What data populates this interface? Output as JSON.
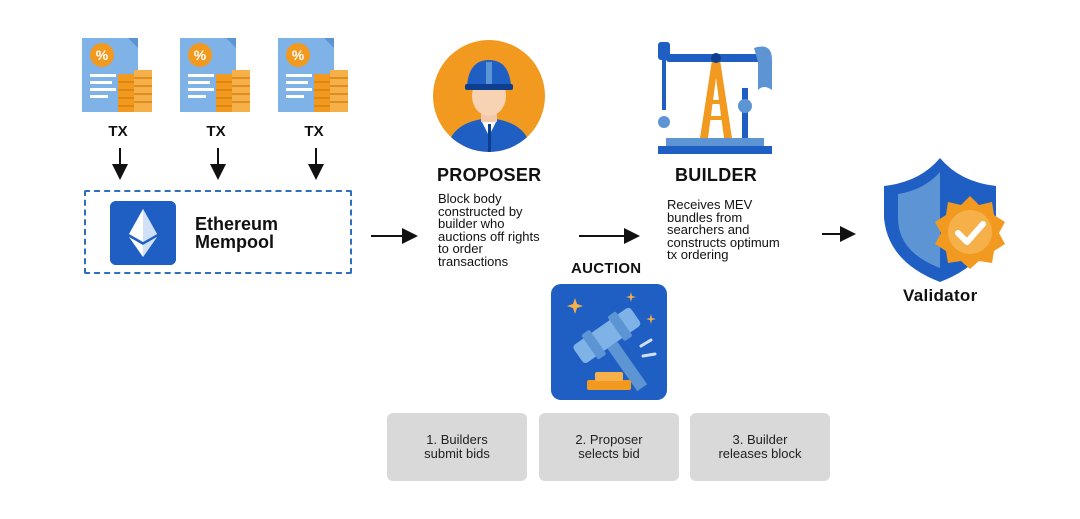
{
  "transactions": [
    {
      "label": "TX"
    },
    {
      "label": "TX"
    },
    {
      "label": "TX"
    }
  ],
  "mempool": {
    "line1": "Ethereum",
    "line2": "Mempool"
  },
  "proposer": {
    "title": "PROPOSER",
    "description": "Block body\nconstructed by\nbuilder who\nauctions off rights\nto order\ntransactions"
  },
  "builder": {
    "title": "BUILDER",
    "description": "Receives MEV\nbundles from\nsearchers and\nconstructs optimum\ntx ordering"
  },
  "auction": {
    "title": "AUCTION"
  },
  "validator": {
    "title": "Validator"
  },
  "steps": [
    {
      "text": "1. Builders\nsubmit bids"
    },
    {
      "text": "2. Proposer\nselects bid"
    },
    {
      "text": "3. Builder\nreleases block"
    }
  ],
  "colors": {
    "blue": "#1f5fc4",
    "orange": "#f29a1f",
    "step_gray": "#d9d9d9"
  },
  "icons": [
    "document-coins-icon",
    "ethereum-icon",
    "worker-avatar-icon",
    "oil-pump-icon",
    "gavel-icon",
    "shield-check-icon",
    "arrow-right-icon",
    "arrow-down-icon"
  ]
}
